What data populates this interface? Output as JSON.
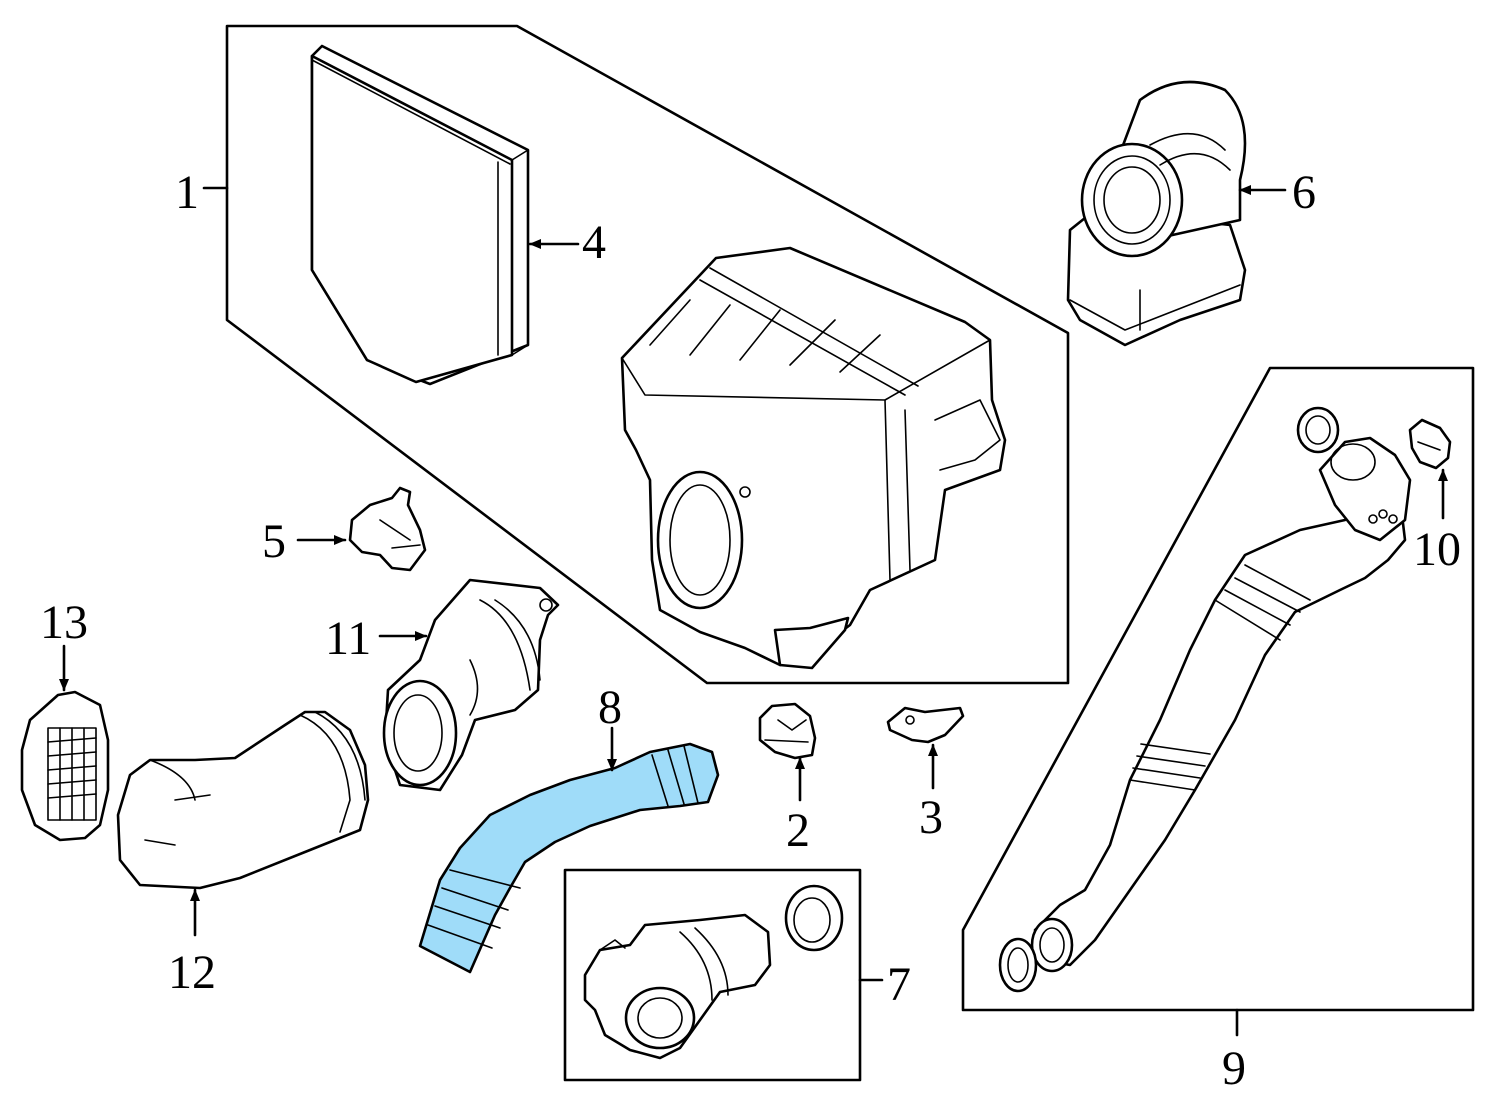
{
  "callouts": {
    "c1": "1",
    "c2": "2",
    "c3": "3",
    "c4": "4",
    "c5": "5",
    "c6": "6",
    "c7": "7",
    "c8": "8",
    "c9": "9",
    "c10": "10",
    "c11": "11",
    "c12": "12",
    "c13": "13"
  },
  "colors": {
    "highlight": "#9fdcf9",
    "line": "#000000",
    "background": "#ffffff"
  },
  "highlighted_part": "8"
}
